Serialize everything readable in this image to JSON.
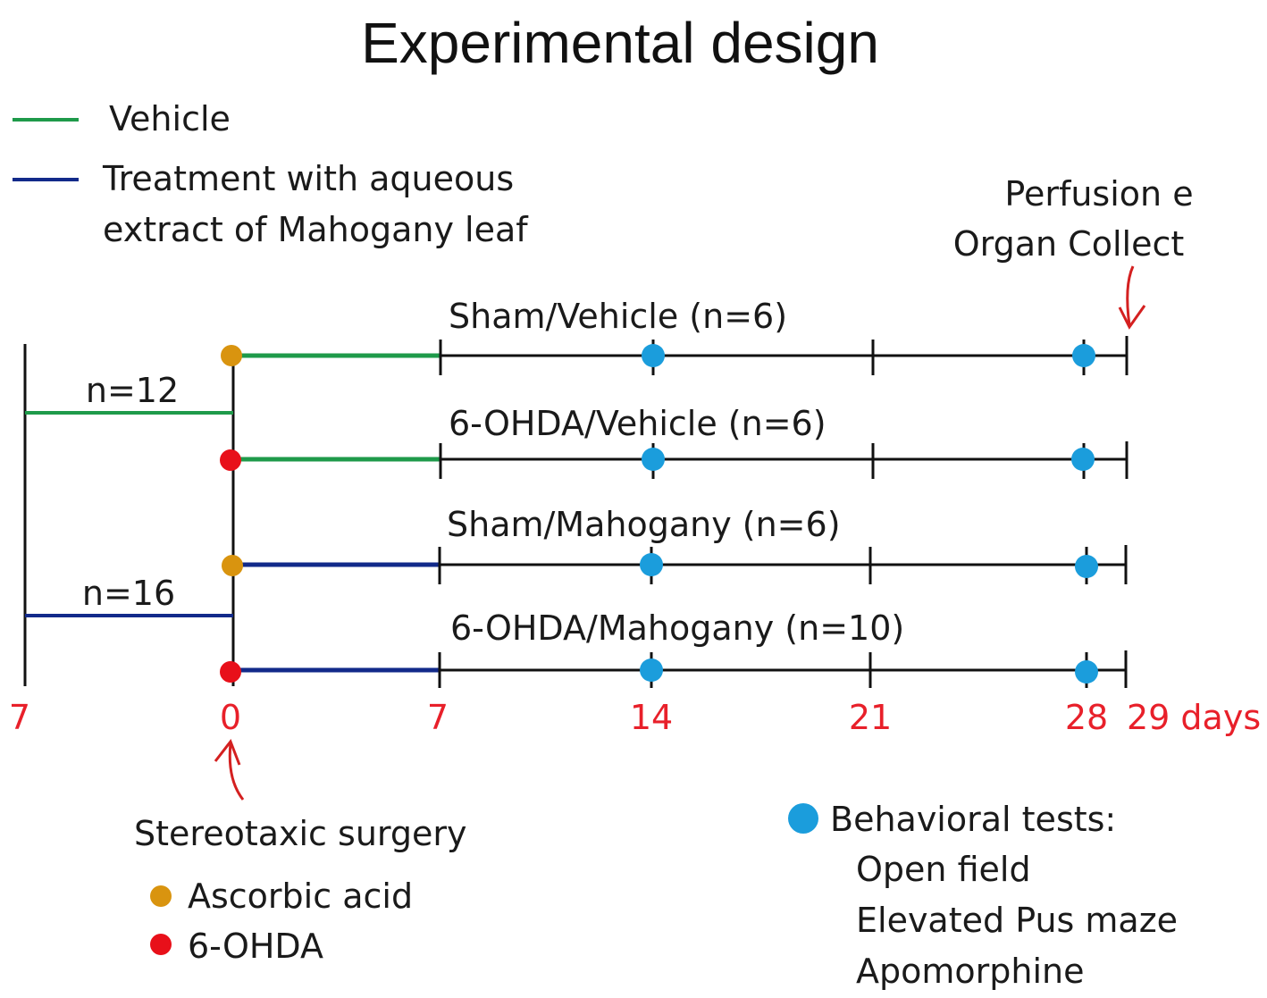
{
  "title": "Experimental design",
  "legend": {
    "vehicle": "Vehicle",
    "treatment_line1": "Treatment with aqueous",
    "treatment_line2": "extract of Mahogany leaf"
  },
  "perfusion": {
    "line1": "Perfusion e",
    "line2": "Organ Collect"
  },
  "pre_groups": [
    {
      "label": "n=12",
      "color": "#1e9a4a"
    },
    {
      "label": "n=16",
      "color": "#122a8a"
    }
  ],
  "groups": [
    {
      "label": "Sham/Vehicle (n=6)",
      "surgery": "ascorbic",
      "treatment_color": "#1e9a4a"
    },
    {
      "label": "6-OHDA/Vehicle (n=6)",
      "surgery": "ohda",
      "treatment_color": "#1e9a4a"
    },
    {
      "label": "Sham/Mahogany (n=6)",
      "surgery": "ascorbic",
      "treatment_color": "#122a8a"
    },
    {
      "label": "6-OHDA/Mahogany (n=10)",
      "surgery": "ohda",
      "treatment_color": "#122a8a"
    }
  ],
  "axis": {
    "ticks": [
      "7",
      "0",
      "7",
      "14",
      "21",
      "28",
      "29 days"
    ],
    "behavioral_days": [
      "14",
      "28"
    ]
  },
  "surgery": {
    "title": "Stereotaxic surgery",
    "ascorbic": "Ascorbic acid",
    "ohda": "6-OHDA"
  },
  "behavior": {
    "title": "Behavioral tests:",
    "tests": [
      "Open field",
      "Elevated Pus maze",
      "Apomorphine"
    ]
  },
  "colors": {
    "vehicle": "#1e9a4a",
    "treatment": "#122a8a",
    "ascorbic": "#d9940f",
    "ohda": "#e8101a",
    "behavior_dot": "#1b9ddc",
    "axis_text": "#e8202a",
    "arrow": "#d42020",
    "line": "#111111"
  }
}
